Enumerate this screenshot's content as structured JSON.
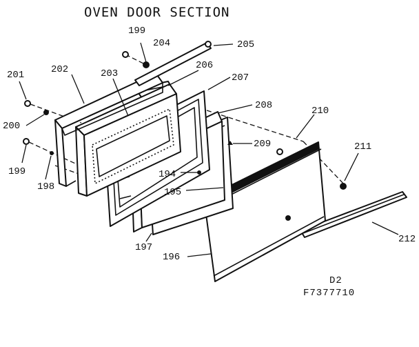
{
  "title": "OVEN DOOR SECTION",
  "callouts": {
    "c199a": "199",
    "c204": "204",
    "c205": "205",
    "c201": "201",
    "c202": "202",
    "c203": "203",
    "c206": "206",
    "c207": "207",
    "c208": "208",
    "c200": "200",
    "c210": "210",
    "c209": "209",
    "c211": "211",
    "c199b": "199",
    "c198": "198",
    "c194": "194",
    "c195": "195",
    "c212": "212",
    "c197": "197",
    "c196": "196"
  },
  "codes": {
    "d2": "D2",
    "part_number": "F7377710"
  }
}
